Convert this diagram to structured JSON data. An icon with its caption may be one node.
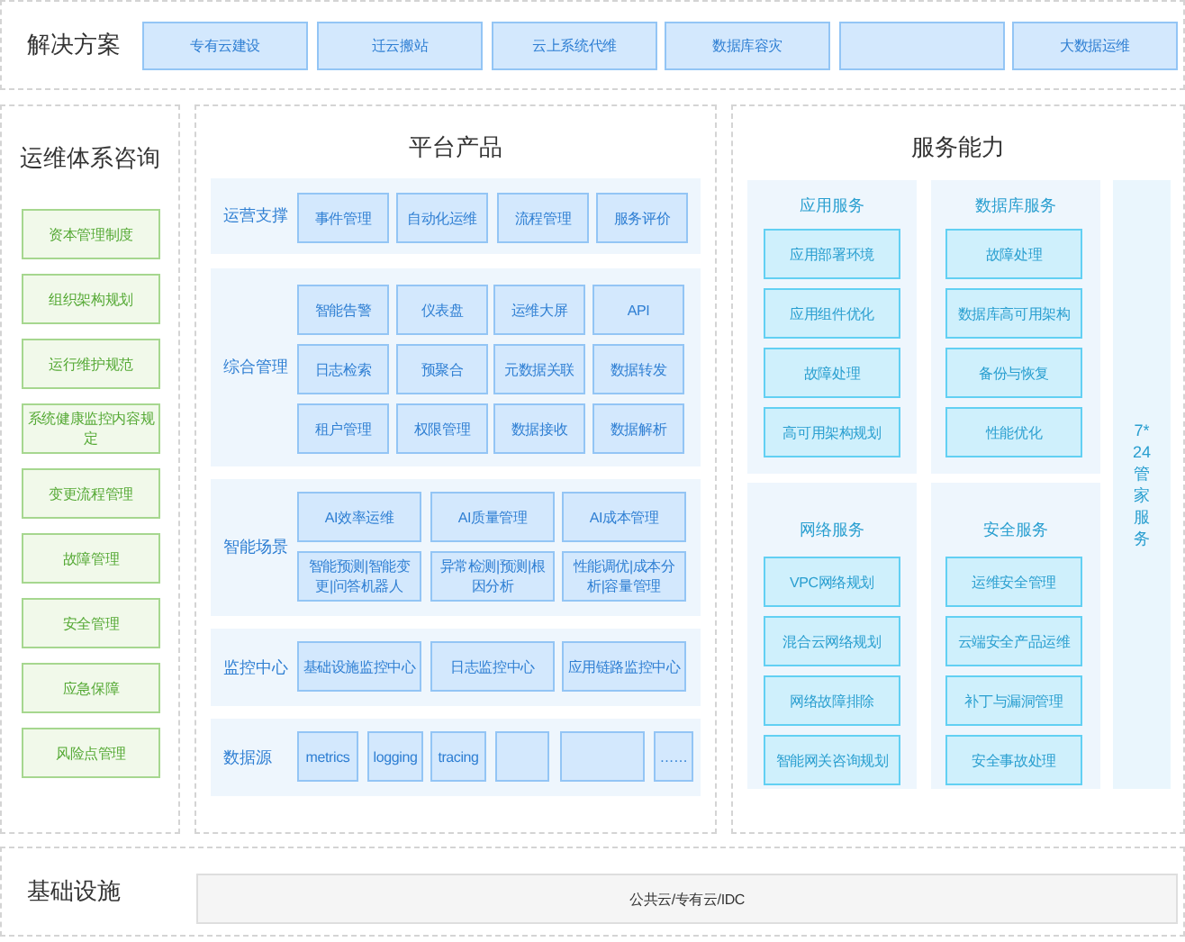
{
  "diagram": {
    "nodes": [
      {
        "text": [
          "解决方案"
        ]
      },
      {
        "text": [
          "专有云建设"
        ],
        "in": 0
      },
      {
        "text": [
          "迁云搬站"
        ],
        "in": 0
      },
      {
        "text": [
          "云上系统代维"
        ],
        "in": 0
      },
      {
        "text": [
          "数据库容灾"
        ],
        "in": 0
      },
      {
        "text": [],
        "shape": "box",
        "in": 0
      },
      {
        "text": [
          "大数据运维"
        ],
        "in": 0
      },
      {
        "text": [
          "运维体系咨询"
        ]
      },
      {
        "text": [
          "资本管理制度"
        ],
        "in": 7
      },
      {
        "text": [
          "组织架构规划"
        ],
        "in": 7
      },
      {
        "text": [
          "运行维护规范"
        ],
        "in": 7
      },
      {
        "text": [
          "系统健康监控内容规定"
        ],
        "in": 7
      },
      {
        "text": [
          "变更流程管理"
        ],
        "in": 7
      },
      {
        "text": [
          "故障管理"
        ],
        "in": 7
      },
      {
        "text": [
          "安全管理"
        ],
        "in": 7
      },
      {
        "text": [
          "应急保障"
        ],
        "in": 7
      },
      {
        "text": [
          "风险点管理"
        ],
        "in": 7
      },
      {
        "text": [
          "平台产品"
        ]
      },
      {
        "text": [
          "运营支撑"
        ],
        "in": 17
      },
      {
        "text": [
          "事件管理"
        ],
        "in": 18
      },
      {
        "text": [
          "自动化运维"
        ],
        "in": 18
      },
      {
        "text": [
          "流程管理"
        ],
        "in": 18
      },
      {
        "text": [
          "服务评价"
        ],
        "in": 18
      },
      {
        "text": [
          "综合管理"
        ],
        "in": 17
      },
      {
        "text": [
          "智能告警"
        ],
        "in": 23
      },
      {
        "text": [
          "仪表盘"
        ],
        "in": 23
      },
      {
        "text": [
          "运维大屏"
        ],
        "in": 23
      },
      {
        "text": [
          "API"
        ],
        "in": 23
      },
      {
        "text": [
          "日志检索"
        ],
        "in": 23
      },
      {
        "text": [
          "预聚合"
        ],
        "in": 23
      },
      {
        "text": [
          "元数据关联"
        ],
        "in": 23
      },
      {
        "text": [
          "数据转发"
        ],
        "in": 23
      },
      {
        "text": [
          "租户管理"
        ],
        "in": 23
      },
      {
        "text": [
          "权限管理"
        ],
        "in": 23
      },
      {
        "text": [
          "数据接收"
        ],
        "in": 23
      },
      {
        "text": [
          "数据解析"
        ],
        "in": 23
      },
      {
        "text": [
          "智能场景"
        ],
        "in": 17
      },
      {
        "text": [
          "AI效率运维"
        ],
        "in": 36
      },
      {
        "text": [
          "AI质量管理"
        ],
        "in": 36
      },
      {
        "text": [
          "AI成本管理"
        ],
        "in": 36
      },
      {
        "text": [
          "智能预测|智能变更|问答机器人"
        ],
        "in": 36
      },
      {
        "text": [
          "异常检测|预测|根因分析"
        ],
        "in": 36
      },
      {
        "text": [
          "性能调优|成本分析|容量管理"
        ],
        "in": 36
      },
      {
        "text": [
          "监控中心"
        ],
        "in": 17
      },
      {
        "text": [
          "基础设施监控中心"
        ],
        "in": 43
      },
      {
        "text": [
          "日志监控中心"
        ],
        "in": 43
      },
      {
        "text": [
          "应用链路监控中心"
        ],
        "in": 43
      },
      {
        "text": [
          "数据源"
        ],
        "in": 17
      },
      {
        "text": [
          "metrics"
        ],
        "in": 47
      },
      {
        "text": [
          "logging"
        ],
        "in": 47
      },
      {
        "text": [
          "tracing"
        ],
        "in": 47
      },
      {
        "text": [],
        "shape": "box",
        "in": 47
      },
      {
        "text": [],
        "shape": "box",
        "in": 47
      },
      {
        "text": [
          "……"
        ],
        "in": 47
      },
      {
        "text": [
          "服务能力"
        ]
      },
      {
        "text": [
          "应用服务"
        ],
        "in": 54
      },
      {
        "text": [
          "应用部署环境"
        ],
        "in": 55
      },
      {
        "text": [
          "应用组件优化"
        ],
        "in": 55
      },
      {
        "text": [
          "故障处理"
        ],
        "in": 55
      },
      {
        "text": [
          "高可用架构规划"
        ],
        "in": 55
      },
      {
        "text": [
          "数据库服务"
        ],
        "in": 54
      },
      {
        "text": [
          "故障处理"
        ],
        "in": 60
      },
      {
        "text": [
          "数据库高可用架构"
        ],
        "in": 60
      },
      {
        "text": [
          "备份与恢复"
        ],
        "in": 60
      },
      {
        "text": [
          "性能优化"
        ],
        "in": 60
      },
      {
        "text": [
          "网络服务"
        ],
        "in": 54
      },
      {
        "text": [
          "VPC网络规划"
        ],
        "in": 65
      },
      {
        "text": [
          "混合云网络规划"
        ],
        "in": 65
      },
      {
        "text": [
          "网络故障排除"
        ],
        "in": 65
      },
      {
        "text": [
          "智能网关咨询规划"
        ],
        "in": 65
      },
      {
        "text": [
          "安全服务"
        ],
        "in": 54
      },
      {
        "text": [
          "运维安全管理"
        ],
        "in": 70
      },
      {
        "text": [
          "云端安全产品运维"
        ],
        "in": 70
      },
      {
        "text": [
          "补丁与漏洞管理"
        ],
        "in": 70
      },
      {
        "text": [
          "安全事故处理"
        ],
        "in": 70
      },
      {
        "text": [
          "7*24管家服务"
        ],
        "in": 54
      },
      {
        "text": [
          "基础设施"
        ]
      },
      {
        "text": [
          "公共云/专有云/IDC"
        ],
        "in": 76
      }
    ]
  }
}
